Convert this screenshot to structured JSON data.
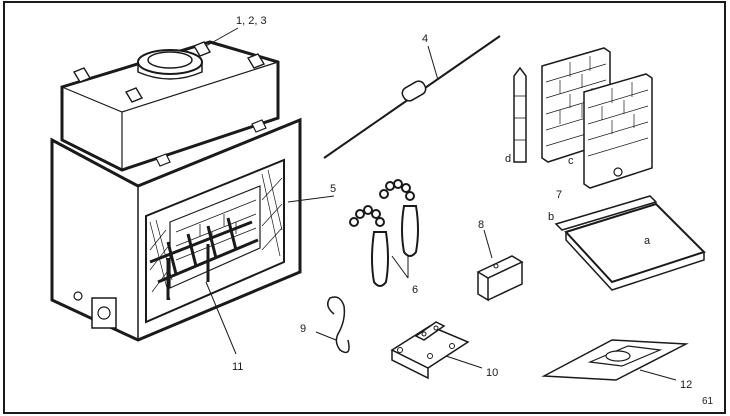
{
  "labels": {
    "fireplace_parts": "1, 2, 3",
    "rod": "4",
    "screen": "5",
    "chain_pulls": "6",
    "refractory_set": "7",
    "part_a": "a",
    "part_b": "b",
    "part_c": "c",
    "part_d": "d",
    "bracket_small": "8",
    "hook": "9",
    "bracket_plate": "10",
    "grate": "11",
    "hearth_plate": "12"
  },
  "page_number": "61"
}
